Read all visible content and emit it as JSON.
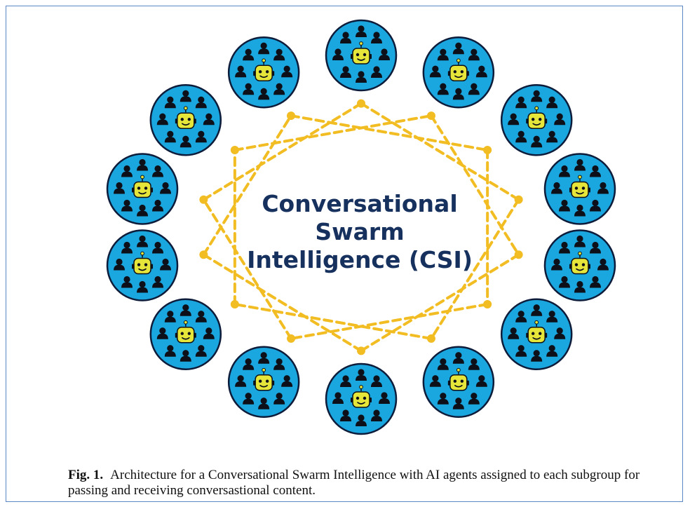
{
  "diagram": {
    "title_lines": [
      "Conversational",
      "Swarm",
      "Intelligence (CSI)"
    ],
    "subgroup_count": 14,
    "icons": {
      "node_content": "person-icon",
      "node_agent": "robot-icon"
    },
    "colors": {
      "node_fill": "#1aa6de",
      "node_stroke": "#0d1c3a",
      "person": "#0d1019",
      "robot": "#e6e53a",
      "link": "#f2bd22",
      "title": "#17315f"
    }
  },
  "caption": {
    "label": "Fig. 1.",
    "text": "Architecture for a Conversational Swarm Intelligence with AI agents assigned to each subgroup for passing and receiving conversastional content."
  }
}
